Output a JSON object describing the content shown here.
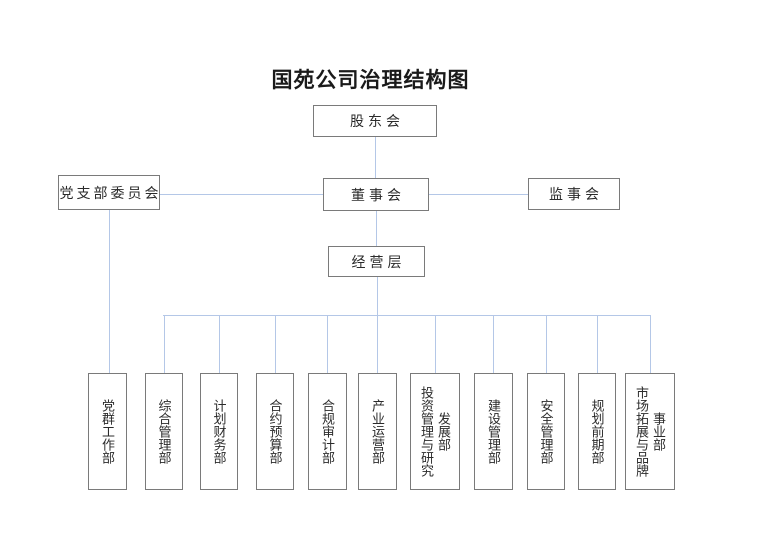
{
  "title": "国苑公司治理结构图",
  "nodes": {
    "shareholders": "股东会",
    "party_branch": "党支部委员会",
    "board": "董事会",
    "supervisors": "监事会",
    "management": "经营层"
  },
  "departments": [
    {
      "label": "党群工作部"
    },
    {
      "label": "综合管理部"
    },
    {
      "label": "计划财务部"
    },
    {
      "label": "合约预算部"
    },
    {
      "label": "合规审计部"
    },
    {
      "label": "产业运营部"
    },
    {
      "label": "投资管理与研究发展部"
    },
    {
      "label": "建设管理部"
    },
    {
      "label": "安全管理部"
    },
    {
      "label": "规划前期部"
    },
    {
      "label": "市场拓展与品牌事业部"
    }
  ],
  "edges": [
    {
      "from": "股东会",
      "to": "董事会"
    },
    {
      "from": "党支部委员会",
      "to": "董事会"
    },
    {
      "from": "董事会",
      "to": "监事会"
    },
    {
      "from": "董事会",
      "to": "经营层"
    },
    {
      "from": "经营层",
      "to": "综合管理部 … 市场拓展与品牌事业部 (10个部门)"
    },
    {
      "from": "党支部委员会",
      "to": "党群工作部"
    }
  ],
  "colors": {
    "connector": "#b4c7e7",
    "box_border": "#7a7a7a",
    "text": "#2b2b2b",
    "background": "#ffffff"
  }
}
